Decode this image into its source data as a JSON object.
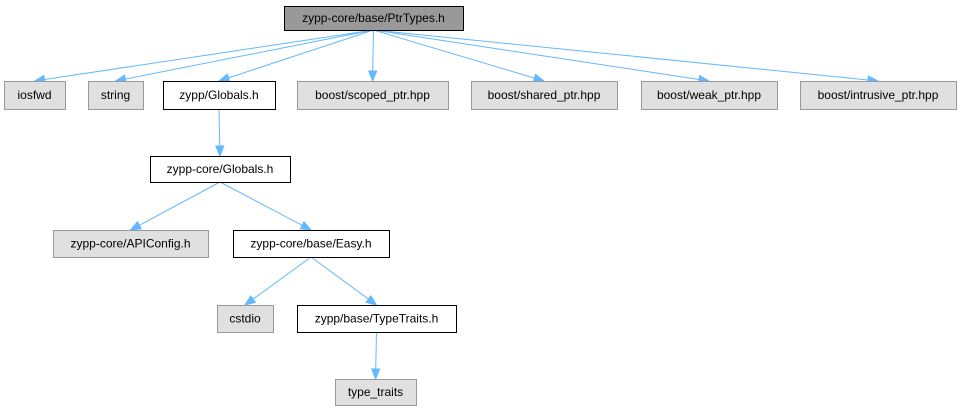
{
  "colors": {
    "root_fill": "#999999",
    "linked_fill": "#ffffff",
    "external_fill": "#e0e0e0",
    "linked_border": "#000000",
    "external_border": "#999999",
    "edge": "#63b8ff"
  },
  "nodes": [
    {
      "id": "ptrtypes",
      "label": "zypp-core/base/PtrTypes.h",
      "kind": "root"
    },
    {
      "id": "iosfwd",
      "label": "iosfwd",
      "kind": "external"
    },
    {
      "id": "string",
      "label": "string",
      "kind": "external"
    },
    {
      "id": "zypp_globals",
      "label": "zypp/Globals.h",
      "kind": "linked"
    },
    {
      "id": "scoped_ptr",
      "label": "boost/scoped_ptr.hpp",
      "kind": "external"
    },
    {
      "id": "shared_ptr",
      "label": "boost/shared_ptr.hpp",
      "kind": "external"
    },
    {
      "id": "weak_ptr",
      "label": "boost/weak_ptr.hpp",
      "kind": "external"
    },
    {
      "id": "intrusive_ptr",
      "label": "boost/intrusive_ptr.hpp",
      "kind": "external"
    },
    {
      "id": "core_globals",
      "label": "zypp-core/Globals.h",
      "kind": "linked"
    },
    {
      "id": "apiconfig",
      "label": "zypp-core/APIConfig.h",
      "kind": "external"
    },
    {
      "id": "easy",
      "label": "zypp-core/base/Easy.h",
      "kind": "linked"
    },
    {
      "id": "cstdio",
      "label": "cstdio",
      "kind": "external"
    },
    {
      "id": "typetraits",
      "label": "zypp/base/TypeTraits.h",
      "kind": "linked"
    },
    {
      "id": "type_traits",
      "label": "type_traits",
      "kind": "external"
    }
  ],
  "edges": [
    [
      "ptrtypes",
      "iosfwd"
    ],
    [
      "ptrtypes",
      "string"
    ],
    [
      "ptrtypes",
      "zypp_globals"
    ],
    [
      "ptrtypes",
      "scoped_ptr"
    ],
    [
      "ptrtypes",
      "shared_ptr"
    ],
    [
      "ptrtypes",
      "weak_ptr"
    ],
    [
      "ptrtypes",
      "intrusive_ptr"
    ],
    [
      "zypp_globals",
      "core_globals"
    ],
    [
      "core_globals",
      "apiconfig"
    ],
    [
      "core_globals",
      "easy"
    ],
    [
      "easy",
      "cstdio"
    ],
    [
      "easy",
      "typetraits"
    ],
    [
      "typetraits",
      "type_traits"
    ]
  ]
}
